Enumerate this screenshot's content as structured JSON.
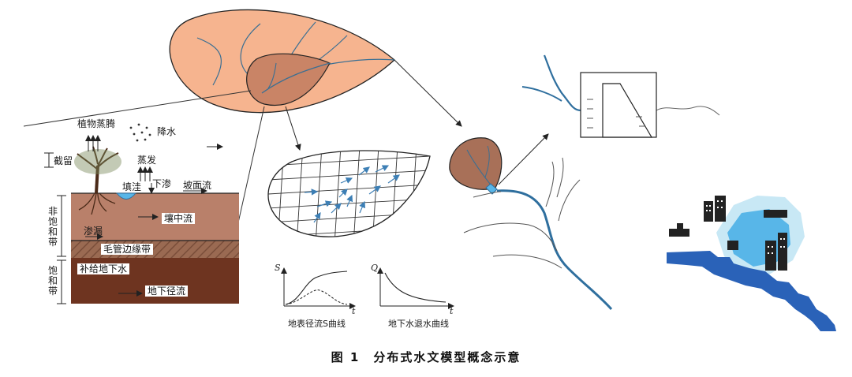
{
  "labels": {
    "plant_evapotranspiration": "植物蒸腾",
    "precipitation": "降水",
    "interception": "截留",
    "evaporation": "蒸发",
    "depression_storage": "填洼",
    "infiltration": "下渗",
    "overland_flow": "坡面流",
    "unsaturated_zone": "非饱和带",
    "interflow": "壤中流",
    "percolation": "渗漏",
    "capillary_fringe": "毛管边缘带",
    "saturated_zone": "饱和带",
    "groundwater_recharge": "补给地下水",
    "groundwater_flow": "地下径流"
  },
  "curves": {
    "s_curve": {
      "y_axis": "S",
      "x_axis": "t",
      "caption": "地表径流S曲线"
    },
    "recession": {
      "y_axis": "Q",
      "x_axis": "t",
      "caption": "地下水退水曲线"
    }
  },
  "caption": "图 1　分布式水文模型概念示意",
  "colors": {
    "catchment": "#f6b48f",
    "subcatchment": "#c98466",
    "soil_unsaturated": "#b9806a",
    "soil_saturated": "#6e3420",
    "river": "#2f6f9e",
    "flow_arrow": "#3d7fb5",
    "city_water": "#58b6e8"
  }
}
